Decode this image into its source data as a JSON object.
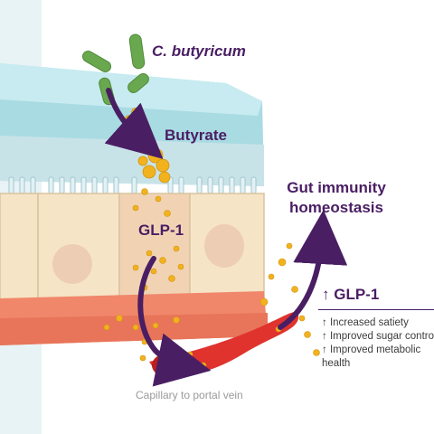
{
  "labels": {
    "bacterium": "C. butyricum",
    "butyrate": "Butyrate",
    "glp1": "GLP-1",
    "gut_line1": "Gut immunity",
    "gut_line2": "homeostasis",
    "glp1_up": "↑ GLP-1",
    "caption": "Capillary to portal vein"
  },
  "effects": [
    "↑ Increased satiety",
    "↑ Improved sugar control",
    "↑ Improved metabolic health"
  ],
  "colors": {
    "arrow": "#4a1e63",
    "bacteria": "#6aa84f",
    "particles": "#f2b21e",
    "mucus": "#a9dbe3",
    "cells": "#f6e4c6",
    "muscle": "#f0876b",
    "vessel": "#e0332e"
  }
}
